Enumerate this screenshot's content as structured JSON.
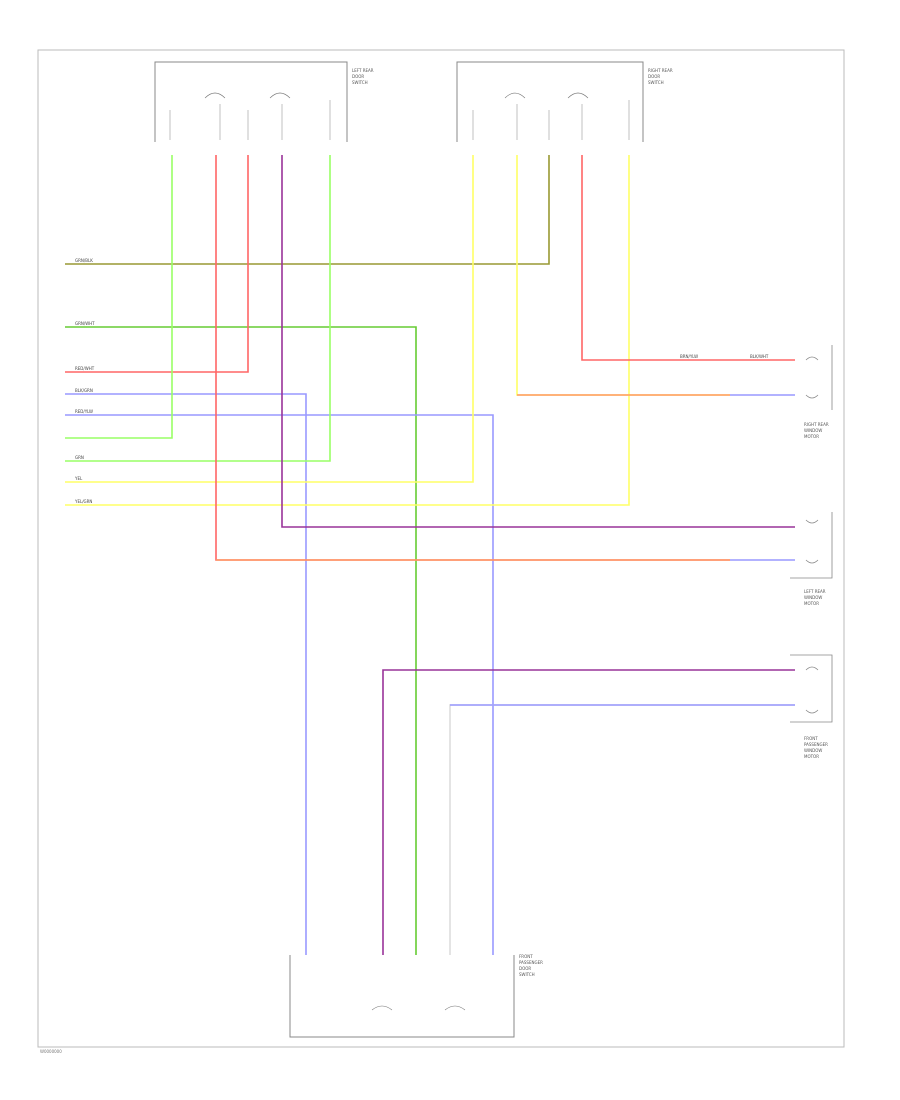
{
  "colors": {
    "violet": "#9999ff",
    "green": "#66cc33",
    "red": "#ff6666",
    "yellow": "#ffff66",
    "olive": "#999933",
    "purple": "#993399",
    "orange": "#ff9966",
    "lightgreen": "#99ff66"
  },
  "components": {
    "left_rear_switch": [
      "LEFT REAR",
      "DOOR",
      "SWITCH"
    ],
    "right_rear_switch": [
      "RIGHT REAR",
      "DOOR",
      "SWITCH"
    ],
    "right_rear_motor": [
      "RIGHT REAR",
      "WINDOW",
      "MOTOR"
    ],
    "left_rear_motor": [
      "LEFT REAR",
      "WINDOW",
      "MOTOR"
    ],
    "front_pass_motor": [
      "FRONT",
      "PASSENGER",
      "WINDOW",
      "MOTOR"
    ],
    "front_pass_switch": [
      "FRONT",
      "PASSENGER",
      "DOOR",
      "SWITCH"
    ]
  },
  "wire_labels": {
    "grn_blk": "GRN/BLK",
    "grn_wht": "GRN/WHT",
    "red_wht": "RED/WHT",
    "blk_grn": "BLK/GRN",
    "red_ylw": "RED/YLW",
    "grn": "GRN",
    "ylw": "YEL",
    "ylw_grn": "YEL/GRN",
    "brn_ylw": "BRN/YLW",
    "blk_wht": "BLK/WHT"
  },
  "footer": "W0000000"
}
